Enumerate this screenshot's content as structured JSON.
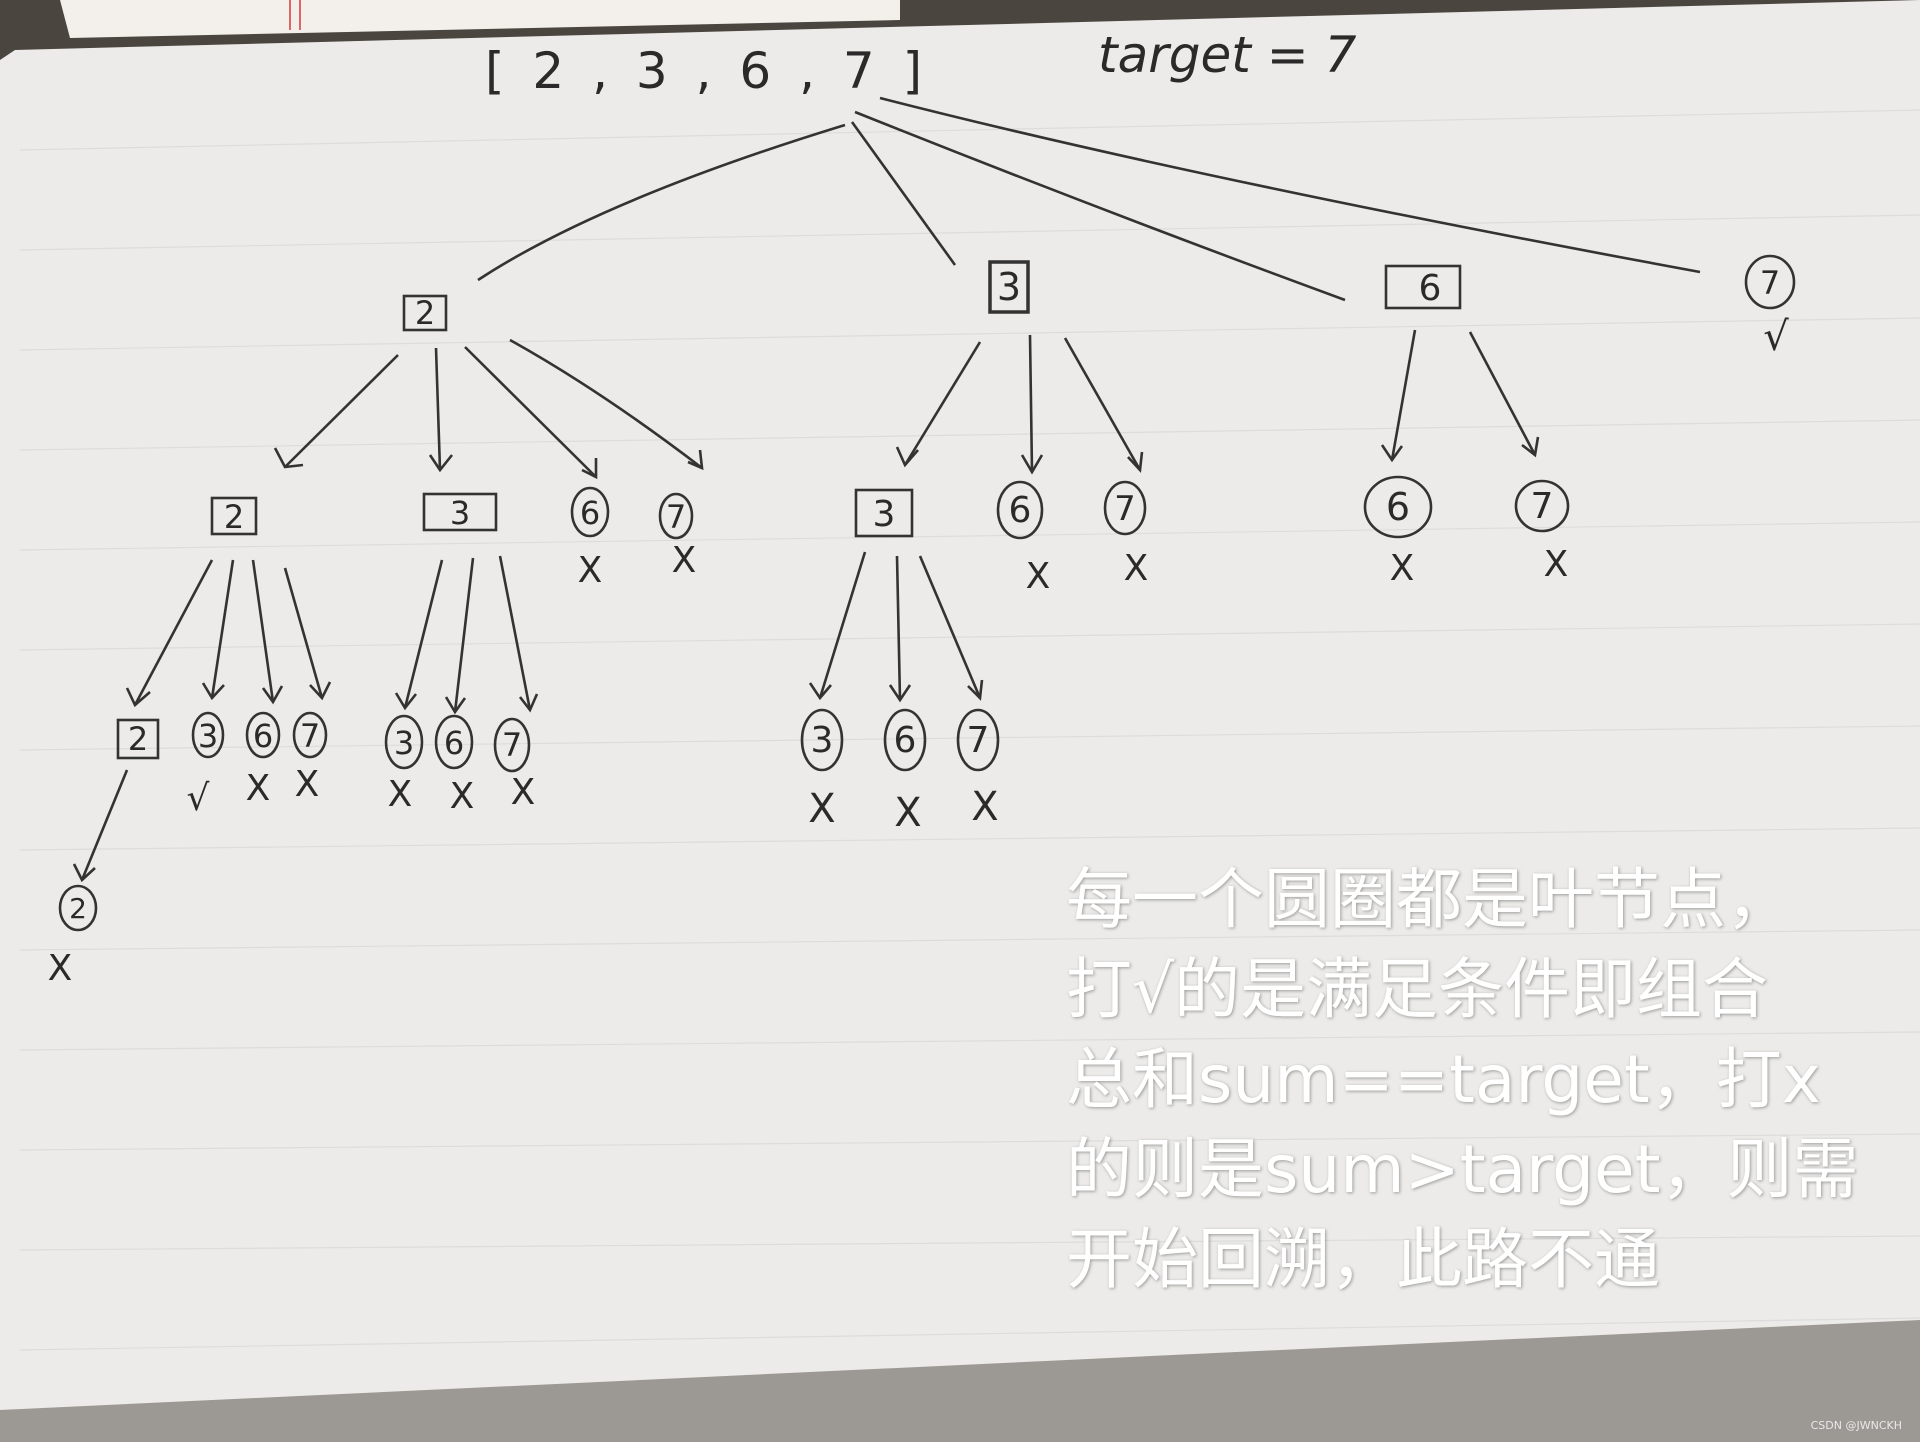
{
  "header": {
    "array": "[ 2 , 3 , 6 , 7 ]",
    "target": "target = 7"
  },
  "tree": {
    "root_children": [
      "2",
      "3",
      "6",
      "7"
    ],
    "nodes": {
      "n2": "2",
      "n3": "3",
      "n6": "6",
      "n7": "7",
      "n2_2": "2",
      "n2_3": "3",
      "n2_6": "6",
      "n2_7": "7",
      "n3_3": "3",
      "n3_6": "6",
      "n3_7": "7",
      "n6_6": "6",
      "n6_7": "7",
      "n22_2": "2",
      "n22_3": "3",
      "n22_6": "6",
      "n22_7": "7",
      "n23_3": "3",
      "n23_6": "6",
      "n23_7": "7",
      "n33_3": "3",
      "n33_6": "6",
      "n33_7": "7",
      "n222_2": "2"
    },
    "marks": {
      "check": "√",
      "cross": "X"
    }
  },
  "caption": {
    "lines": [
      "每一个圆圈都是叶节点，",
      "打√的是满足条件即组合",
      "总和sum==target，打x",
      "的则是sum>target，则需",
      "开始回溯，此路不通"
    ]
  },
  "watermark": "CSDN @JWNCKH"
}
